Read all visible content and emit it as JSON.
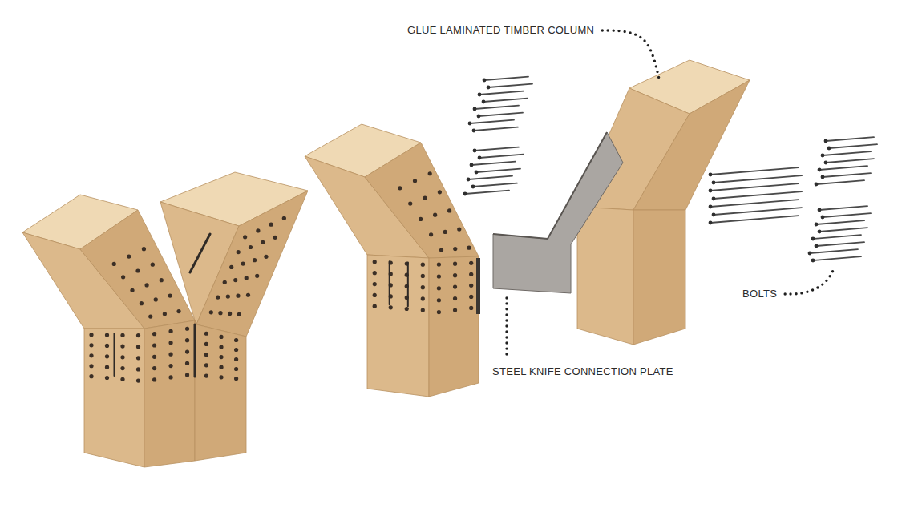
{
  "diagram": {
    "labels": [
      "GLUE LAMINATED TIMBER COLUMN",
      "STEEL KNIFE CONNECTION PLATE",
      "BOLTS"
    ]
  }
}
